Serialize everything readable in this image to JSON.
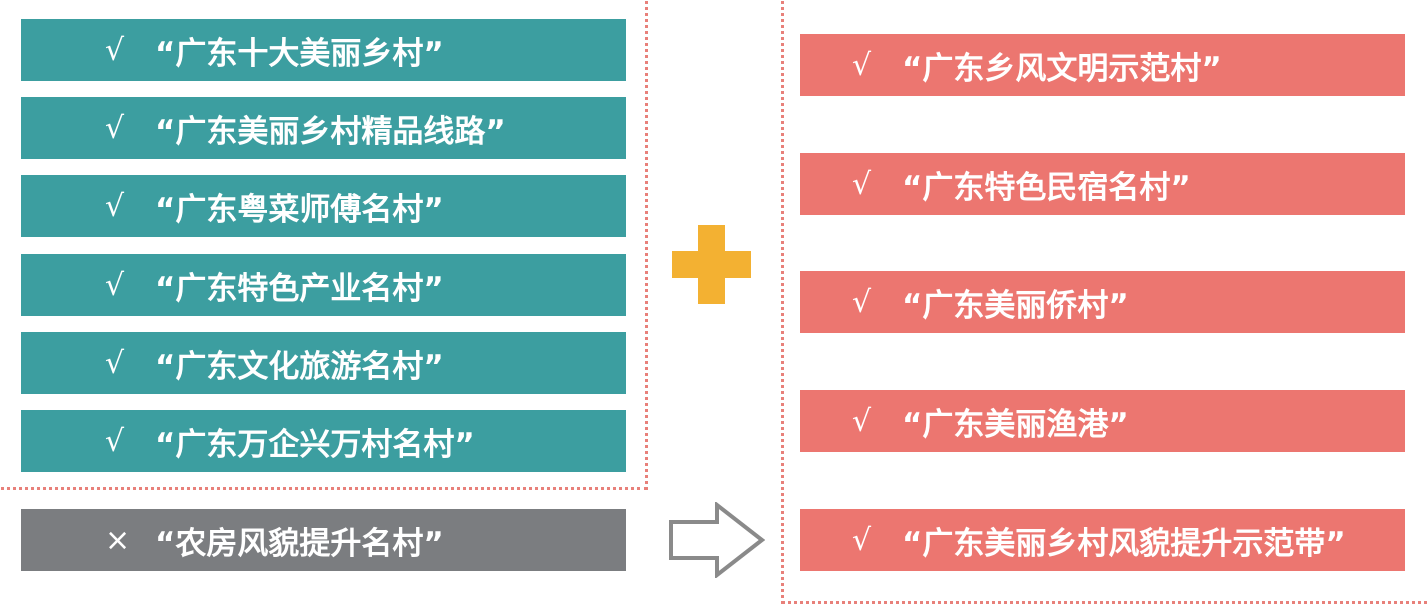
{
  "left_items": [
    {
      "mark": "√",
      "label": "“广东十大美丽乡村”"
    },
    {
      "mark": "√",
      "label": "“广东美丽乡村精品线路”"
    },
    {
      "mark": "√",
      "label": "“广东粤菜师傅名村”"
    },
    {
      "mark": "√",
      "label": "“广东特色产业名村”"
    },
    {
      "mark": "√",
      "label": "“广东文化旅游名村”"
    },
    {
      "mark": "√",
      "label": "“广东万企兴万村名村”"
    }
  ],
  "excluded_item": {
    "mark": "×",
    "label": "“农房风貌提升名村”"
  },
  "right_items": [
    {
      "mark": "√",
      "label": "“广东乡风文明示范村”"
    },
    {
      "mark": "√",
      "label": "“广东特色民宿名村”"
    },
    {
      "mark": "√",
      "label": "“广东美丽侨村”"
    },
    {
      "mark": "√",
      "label": "“广东美丽渔港”"
    },
    {
      "mark": "√",
      "label": "“广东美丽乡村风貌提升示范带”"
    }
  ],
  "icons": {
    "plus": "plus-icon",
    "arrow": "right-arrow-icon"
  },
  "colors": {
    "teal": "#3c9ea0",
    "grey": "#7b7d80",
    "coral": "#ec7670",
    "plus": "#f3b132",
    "dotted_border": "#e8807a",
    "arrow_stroke": "#8a8a8a"
  }
}
